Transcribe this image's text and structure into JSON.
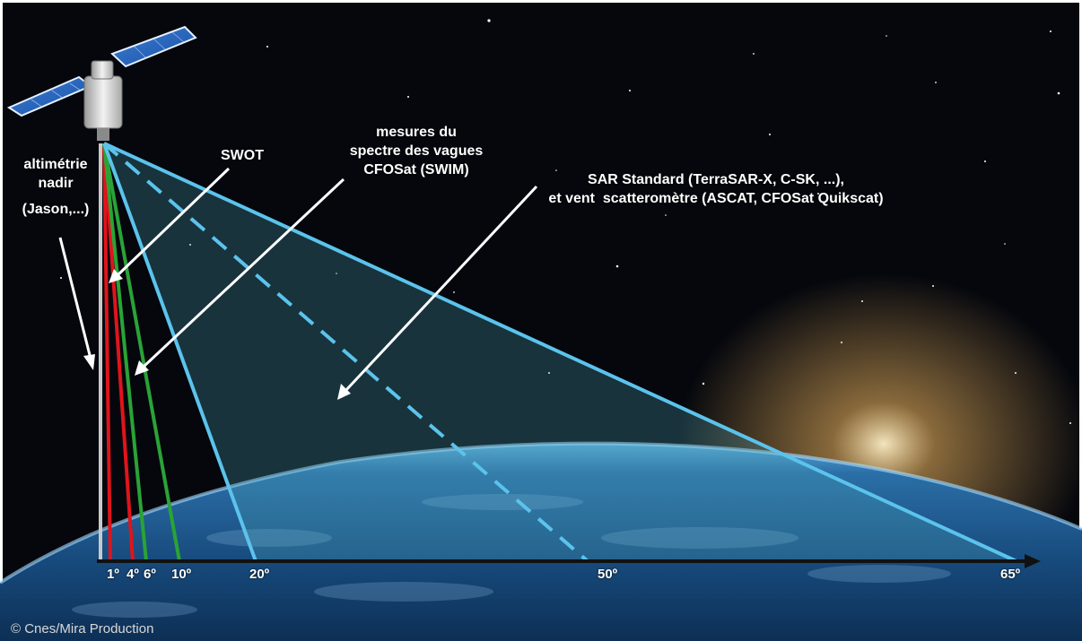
{
  "labels": {
    "altimetry": [
      "altimétrie",
      "nadir",
      "(Jason,...)"
    ],
    "swot": "SWOT",
    "wave_spectrum": [
      "mesures du",
      "spectre des vagues",
      "CFOSat (SWIM)"
    ],
    "sar": [
      "SAR Standard (TerraSAR-X, C-SK, ...),",
      "et vent  scatteromètre (ASCAT, CFOSat Quikscat)"
    ]
  },
  "angles": [
    "1º",
    "4º",
    "6º",
    "10º",
    "20º",
    "50º",
    "65º"
  ],
  "credit": "© Cnes/Mira Production",
  "colors": {
    "space": "#05070d",
    "earth": "#1d4f86",
    "nadir_line": "#c9c9c9",
    "swot_beam": "#e0141b",
    "swim_beam": "#2aa336",
    "sar_beam": "#5bc3ec",
    "sar_fill": "#4aa6b8",
    "glow": "#f6c978",
    "text": "#ffffff"
  }
}
